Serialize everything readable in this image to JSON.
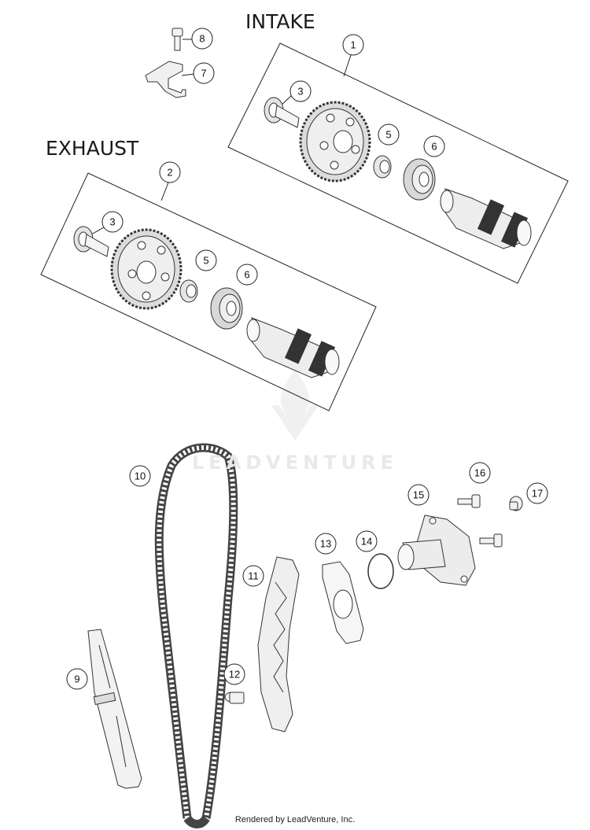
{
  "section_labels": {
    "intake": "INTAKE",
    "exhaust": "EXHAUST"
  },
  "callouts": {
    "c1": "1",
    "c2": "2",
    "c3a": "3",
    "c3b": "3",
    "c5a": "5",
    "c5b": "5",
    "c6a": "6",
    "c6b": "6",
    "c7": "7",
    "c8": "8",
    "c9": "9",
    "c10": "10",
    "c11": "11",
    "c12": "12",
    "c13": "13",
    "c14": "14",
    "c15": "15",
    "c16": "16",
    "c17": "17"
  },
  "watermark": "LEADVENTURE",
  "footer": "Rendered by LeadVenture, Inc."
}
